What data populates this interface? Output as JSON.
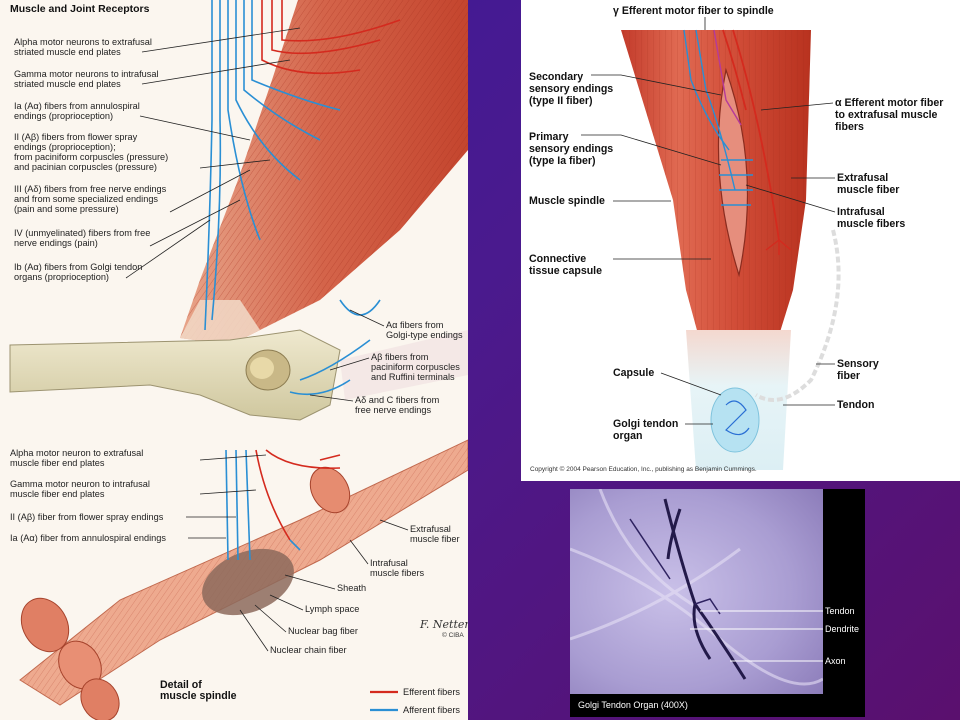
{
  "left_figure": {
    "title": "Muscle and Joint Receptors",
    "upper_labels": [
      {
        "lines": [
          "Alpha motor neurons to extrafusal",
          "striated muscle end plates"
        ]
      },
      {
        "lines": [
          "Gamma motor neurons to intrafusal",
          "striated muscle end plates"
        ]
      },
      {
        "lines": [
          "Ia (Aα) fibers from annulospiral",
          "endings (proprioception)"
        ]
      },
      {
        "lines": [
          "II (Aβ) fibers from flower spray",
          "endings (proprioception);",
          "from paciniform corpuscles (pressure)",
          "and pacinian corpuscles (pressure)"
        ]
      },
      {
        "lines": [
          "III (Aδ) fibers from free nerve endings",
          "and from some specialized endings",
          "(pain and some pressure)"
        ]
      },
      {
        "lines": [
          "IV (unmyelinated) fibers from free",
          "nerve endings (pain)"
        ]
      },
      {
        "lines": [
          "Ib (Aα) fibers from Golgi tendon",
          "organs (proprioception)"
        ]
      }
    ],
    "joint_labels": [
      {
        "lines": [
          "Aα fibers from",
          "Golgi-type endings"
        ]
      },
      {
        "lines": [
          "Aβ fibers from",
          "paciniform corpuscles",
          "and Ruffini terminals"
        ]
      },
      {
        "lines": [
          "Aδ and C fibers from",
          "free nerve endings"
        ]
      }
    ],
    "lower_labels": [
      {
        "lines": [
          "Alpha motor neuron to extrafusal",
          "muscle fiber end plates"
        ]
      },
      {
        "lines": [
          "Gamma motor neuron to intrafusal",
          "muscle fiber end plates"
        ]
      },
      {
        "lines": [
          "II (Aβ) fiber from flower spray endings"
        ]
      },
      {
        "lines": [
          "Ia (Aα) fiber from annulospiral endings"
        ]
      }
    ],
    "spindle_labels": [
      {
        "lines": [
          "Extrafusal",
          "muscle fiber"
        ]
      },
      {
        "lines": [
          "Intrafusal",
          "muscle fibers"
        ]
      },
      {
        "lines": [
          "Sheath"
        ]
      },
      {
        "lines": [
          "Lymph space"
        ]
      },
      {
        "lines": [
          "Nuclear bag fiber"
        ]
      },
      {
        "lines": [
          "Nuclear chain fiber"
        ]
      }
    ],
    "detail_title": [
      "Detail of",
      "muscle spindle"
    ],
    "legend": [
      {
        "label": "Efferent fibers",
        "color": "#d42a1e"
      },
      {
        "label": "Afferent fibers",
        "color": "#2a8fd4"
      }
    ],
    "signature": "F. Netter",
    "signature_mark": "© CIBA"
  },
  "right_figure": {
    "top_label": "γ Efferent motor fiber to spindle",
    "left_labels": [
      {
        "lines": [
          "Secondary",
          "sensory endings",
          "(type II fiber)"
        ]
      },
      {
        "lines": [
          "Primary",
          "sensory endings",
          "(type Ia fiber)"
        ]
      },
      {
        "lines": [
          "Muscle spindle"
        ]
      },
      {
        "lines": [
          "Connective",
          "tissue capsule"
        ]
      },
      {
        "lines": [
          "Capsule"
        ]
      },
      {
        "lines": [
          "Golgi tendon",
          "organ"
        ]
      }
    ],
    "right_labels": [
      {
        "lines": [
          "α Efferent motor fiber",
          "to extrafusal muscle",
          "fibers"
        ]
      },
      {
        "lines": [
          "Extrafusal",
          "muscle fiber"
        ]
      },
      {
        "lines": [
          "Intrafusal",
          "muscle fibers"
        ]
      },
      {
        "lines": [
          "Sensory",
          "fiber"
        ]
      },
      {
        "lines": [
          "Tendon"
        ]
      }
    ],
    "copyright": "Copyright © 2004 Pearson Education, Inc., publishing as Benjamin Cummings."
  },
  "micrograph": {
    "labels": [
      "Tendon",
      "Dendrite",
      "Axon"
    ],
    "caption": "Golgi Tendon Organ (400X)"
  },
  "colors": {
    "background": "#4a1a8e",
    "efferent": "#d42a1e",
    "afferent": "#2a8fd4",
    "muscle": "#d9553f"
  }
}
